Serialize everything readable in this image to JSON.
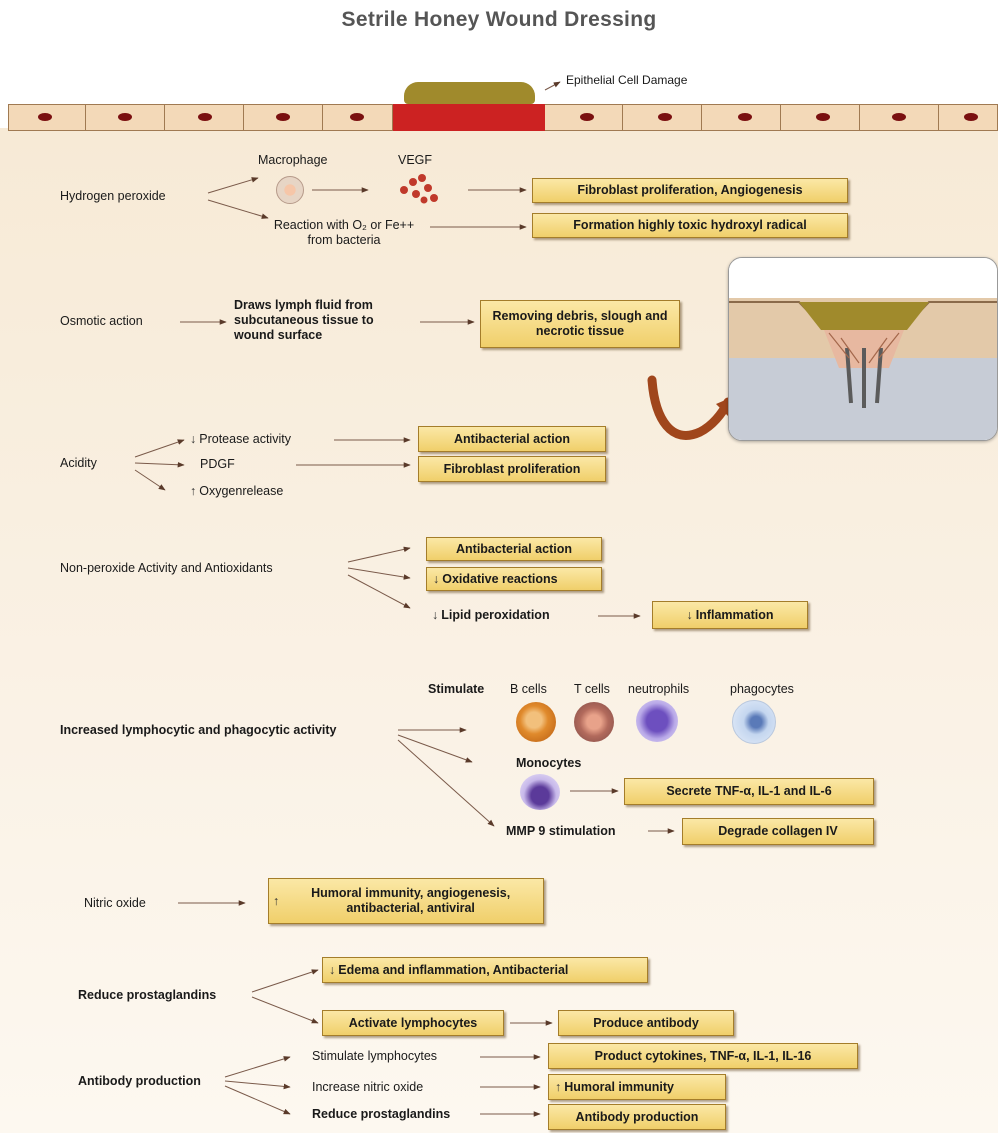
{
  "title": "Setrile Honey Wound Dressing",
  "header": {
    "damage_label": "Epithelial Cell Damage"
  },
  "hydrogen_peroxide": {
    "label": "Hydrogen peroxide",
    "macrophage": "Macrophage",
    "vegf": "VEGF",
    "reaction": "Reaction with O₂ or Fe++ from bacteria",
    "result_1": "Fibroblast proliferation, Angiogenesis",
    "result_2": "Formation highly toxic hydroxyl radical"
  },
  "osmotic_action": {
    "label": "Osmotic action",
    "mechanism": "Draws lymph fluid from subcutaneous tissue to wound surface",
    "result": "Removing debris, slough and necrotic tissue"
  },
  "acidity": {
    "label": "Acidity",
    "protease": "Protease activity",
    "pdgf": "PDGF",
    "oxygen": "Oxygenrelease",
    "result_1": "Antibacterial action",
    "result_2": "Fibroblast proliferation"
  },
  "non_peroxide": {
    "label": "Non-peroxide Activity and Antioxidants",
    "result_1": "Antibacterial action",
    "result_2": "Oxidative reactions",
    "lipid": "Lipid peroxidation",
    "result_3": "Inflammation"
  },
  "lymphocytic": {
    "label": "Increased lymphocytic and phagocytic activity",
    "stimulate": "Stimulate",
    "b_cells": "B cells",
    "t_cells": "T cells",
    "neutrophils": "neutrophils",
    "phagocytes": "phagocytes",
    "monocytes": "Monocytes",
    "secrete": "Secrete TNF-α, IL-1 and IL-6",
    "mmp": "MMP 9 stimulation",
    "degrade": "Degrade collagen IV"
  },
  "nitric_oxide": {
    "label": "Nitric oxide",
    "result": "Humoral immunity, angiogenesis, antibacterial, antiviral"
  },
  "prostaglandins": {
    "label": "Reduce prostaglandins",
    "result_1": "Edema and inflammation, Antibacterial",
    "result_2": "Activate lymphocytes",
    "result_3": "Produce antibody"
  },
  "antibody": {
    "label": "Antibody production",
    "branch_1": "Stimulate lymphocytes",
    "branch_2": "Increase nitric oxide",
    "branch_3": "Reduce prostaglandins",
    "result_1": "Product cytokines, TNF-α, IL-1, IL-16",
    "result_2": "Humoral immunity",
    "result_3": "Antibody production"
  },
  "colors": {
    "box_fill": "#f0cf6a",
    "box_border": "#a47d2a",
    "wound_red": "#cc2222",
    "nucleus": "#7a1010",
    "curved_arrow": "#a0461c"
  },
  "icons": [
    "macrophage-icon",
    "vegf-particles-icon",
    "b-cell-icon",
    "t-cell-icon",
    "neutrophil-icon",
    "phagocyte-icon",
    "monocyte-icon",
    "wound-cross-section-illustration",
    "curved-arrow-icon"
  ]
}
